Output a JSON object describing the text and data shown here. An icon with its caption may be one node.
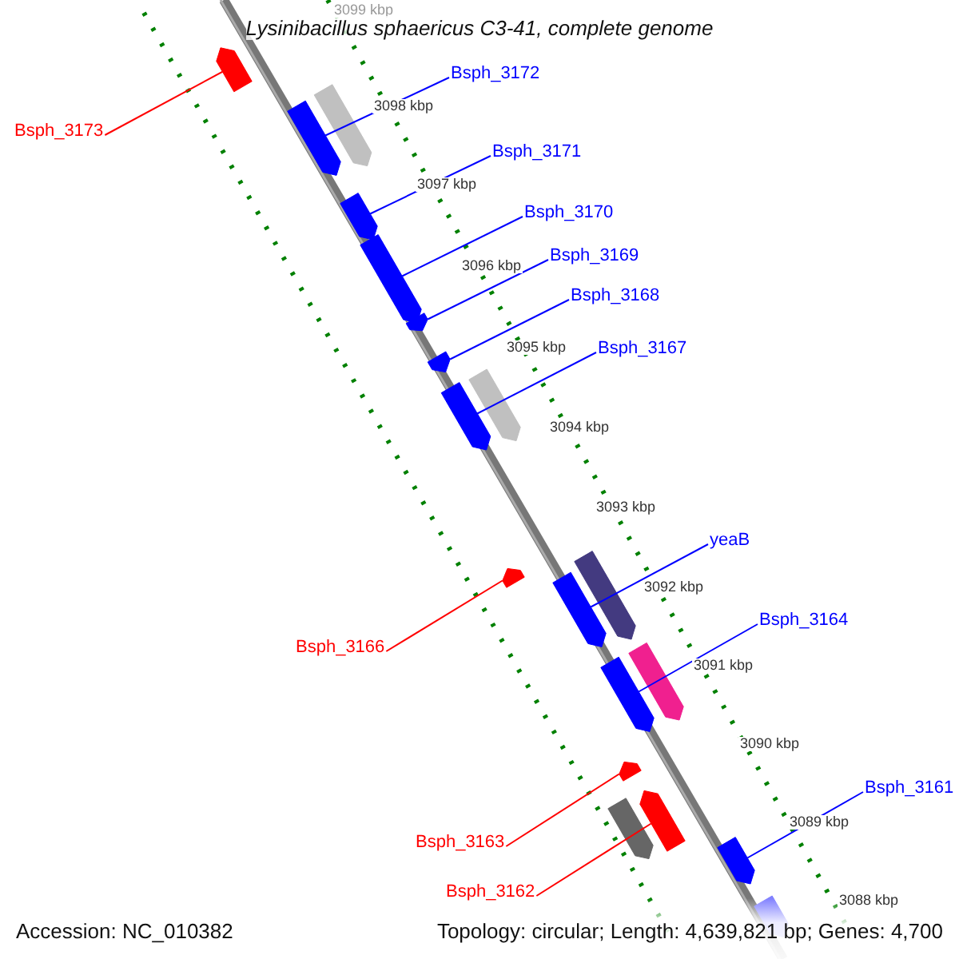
{
  "diagram": {
    "title": "Lysinibacillus sphaericus C3-41, complete genome",
    "nodes": [
      {
        "text": [
          "Bsph_3173"
        ]
      },
      {
        "text": [],
        "shape": "arrow"
      },
      {
        "text": [
          "Bsph_3172"
        ]
      },
      {
        "text": [],
        "shape": "arrow"
      },
      {
        "text": [
          "Bsph_3171"
        ]
      },
      {
        "text": [],
        "shape": "arrow"
      },
      {
        "text": [
          "Bsph_3170"
        ]
      },
      {
        "text": [],
        "shape": "arrow"
      },
      {
        "text": [
          "Bsph_3169"
        ]
      },
      {
        "text": [],
        "shape": "arrow"
      },
      {
        "text": [
          "Bsph_3168"
        ]
      },
      {
        "text": [],
        "shape": "arrow"
      },
      {
        "text": [
          "Bsph_3167"
        ]
      },
      {
        "text": [],
        "shape": "arrow"
      },
      {
        "text": [
          "yeaB"
        ]
      },
      {
        "text": [],
        "shape": "arrow"
      },
      {
        "text": [
          "Bsph_3166"
        ]
      },
      {
        "text": [],
        "shape": "arrow"
      },
      {
        "text": [
          "Bsph_3164"
        ]
      },
      {
        "text": [],
        "shape": "arrow"
      },
      {
        "text": [
          "Bsph_3163"
        ]
      },
      {
        "text": [],
        "shape": "arrow"
      },
      {
        "text": [
          "Bsph_3162"
        ]
      },
      {
        "text": [],
        "shape": "arrow"
      },
      {
        "text": [
          "Bsph_3161"
        ]
      },
      {
        "text": [],
        "shape": "arrow"
      }
    ],
    "edges": [
      {
        "from": 0,
        "to": 1,
        "arrow": "none",
        "color": "#ff0000"
      },
      {
        "from": 2,
        "to": 3,
        "arrow": "none"
      },
      {
        "from": 4,
        "to": 5,
        "arrow": "none"
      },
      {
        "from": 6,
        "to": 7,
        "arrow": "none"
      },
      {
        "from": 8,
        "to": 9,
        "arrow": "none"
      },
      {
        "from": 10,
        "to": 11,
        "arrow": "none"
      },
      {
        "from": 12,
        "to": 13,
        "arrow": "none"
      },
      {
        "from": 14,
        "to": 15,
        "arrow": "none"
      },
      {
        "from": 16,
        "to": 17,
        "arrow": "none",
        "color": "#ff0000"
      },
      {
        "from": 18,
        "to": 19,
        "arrow": "none"
      },
      {
        "from": 20,
        "to": 21,
        "arrow": "none",
        "color": "#ff0000"
      },
      {
        "from": 22,
        "to": 23,
        "arrow": "none",
        "color": "#ff0000"
      },
      {
        "from": 24,
        "to": 25,
        "arrow": "none"
      }
    ],
    "labels": [
      "3099 kbp",
      "3098 kbp",
      "3097 kbp",
      "3096 kbp",
      "3095 kbp",
      "3094 kbp",
      "3093 kbp",
      "3092 kbp",
      "3091 kbp",
      "3090 kbp",
      "3089 kbp",
      "3088 kbp",
      "Accession: NC_010382",
      "Topology: circular; Length: 4,639,821 bp; Genes: 4,700"
    ]
  }
}
